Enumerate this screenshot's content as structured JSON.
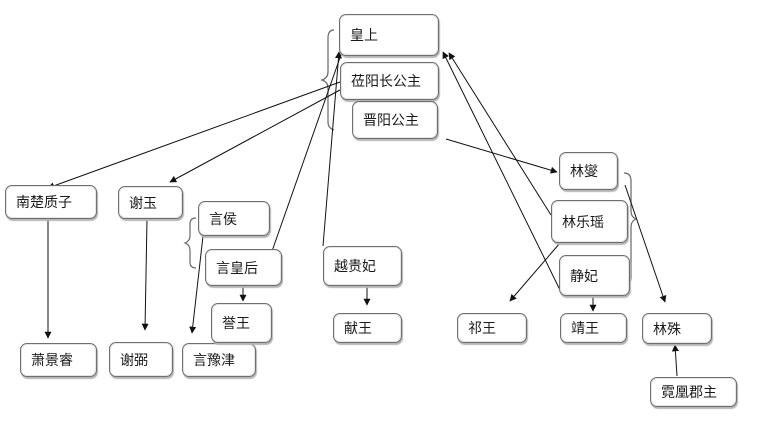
{
  "diagram": {
    "type": "relationship-chart",
    "nodes": [
      {
        "id": "huangshang",
        "label": "皇上"
      },
      {
        "id": "liyang",
        "label": "莅阳长公主"
      },
      {
        "id": "jinyang",
        "label": "晋阳公主"
      },
      {
        "id": "nanchu",
        "label": "南楚质子"
      },
      {
        "id": "xieyu",
        "label": "谢玉"
      },
      {
        "id": "yanhou",
        "label": "言侯"
      },
      {
        "id": "yanhuanghou",
        "label": "言皇后"
      },
      {
        "id": "yuegui",
        "label": "越贵妃"
      },
      {
        "id": "linxie",
        "label": "林燮"
      },
      {
        "id": "linleyao",
        "label": "林乐瑶"
      },
      {
        "id": "jingfei",
        "label": "静妃"
      },
      {
        "id": "xiaojingrui",
        "label": "萧景睿"
      },
      {
        "id": "xiebi",
        "label": "谢弼"
      },
      {
        "id": "yanyujin",
        "label": "言豫津"
      },
      {
        "id": "yuwang",
        "label": "誉王"
      },
      {
        "id": "xianwang",
        "label": "献王"
      },
      {
        "id": "qiwang",
        "label": "祁王"
      },
      {
        "id": "jingwang",
        "label": "靖王"
      },
      {
        "id": "linshu",
        "label": "林殊"
      },
      {
        "id": "nihuang",
        "label": "霓凰郡主"
      }
    ],
    "edges": [
      {
        "from": "liyang",
        "to": "nanchu"
      },
      {
        "from": "liyang",
        "to": "xieyu"
      },
      {
        "from": "yanhuanghou",
        "to": "huangshang"
      },
      {
        "from": "yuegui",
        "to": "huangshang"
      },
      {
        "from": "linleyao",
        "to": "huangshang"
      },
      {
        "from": "jingfei",
        "to": "huangshang"
      },
      {
        "from": "jinyang",
        "to": "linxie"
      },
      {
        "from": "nanchu",
        "to": "xiaojingrui"
      },
      {
        "from": "xieyu",
        "to": "xiebi"
      },
      {
        "from": "yanhou",
        "to": "yanyujin"
      },
      {
        "from": "yanhuanghou",
        "to": "yuwang"
      },
      {
        "from": "yuegui",
        "to": "xianwang"
      },
      {
        "from": "linleyao",
        "to": "qiwang"
      },
      {
        "from": "jingfei",
        "to": "jingwang"
      },
      {
        "from": "linxie",
        "to": "linshu"
      },
      {
        "from": "nihuang",
        "to": "linshu"
      }
    ],
    "groups": [
      {
        "name": "sisters-group",
        "members": [
          "huangshang",
          "liyang",
          "jinyang"
        ]
      },
      {
        "name": "yan-siblings-group",
        "members": [
          "yanhou",
          "yanhuanghou"
        ]
      },
      {
        "name": "lin-family-group",
        "members": [
          "linxie",
          "linleyao",
          "jingfei"
        ]
      }
    ]
  }
}
